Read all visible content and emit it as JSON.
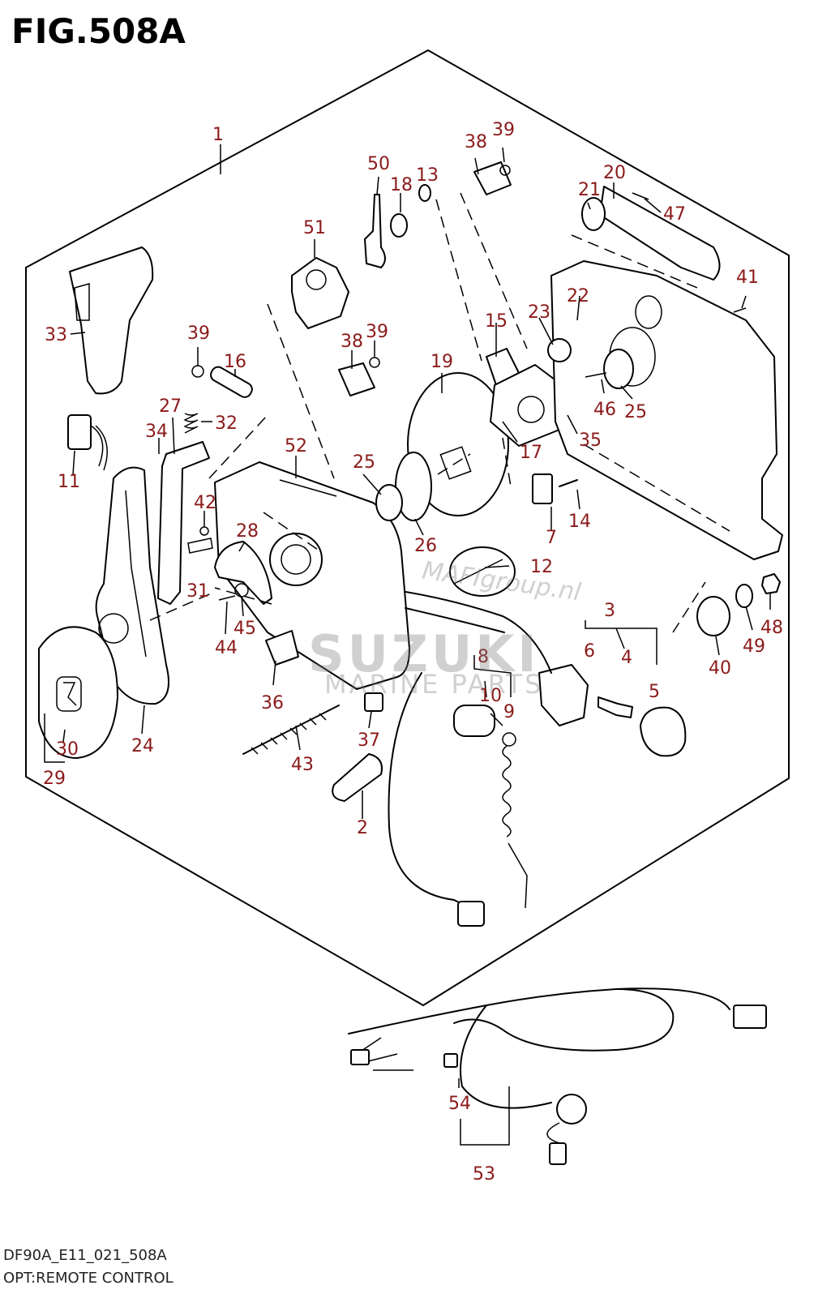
{
  "figure": {
    "title": "FIG.508A",
    "code": "DF90A_E11_021_508A",
    "caption": "OPT:REMOTE CONTROL"
  },
  "watermark": {
    "line1": "MAFIgroup.nl",
    "line2": "SUZUKI",
    "line3": "MARINE PARTS"
  },
  "callouts": [
    "1",
    "2",
    "3",
    "4",
    "5",
    "6",
    "7",
    "8",
    "9",
    "10",
    "11",
    "12",
    "13",
    "14",
    "15",
    "16",
    "17",
    "18",
    "19",
    "20",
    "21",
    "22",
    "23",
    "24",
    "25",
    "25",
    "26",
    "27",
    "28",
    "29",
    "30",
    "31",
    "32",
    "33",
    "34",
    "35",
    "36",
    "37",
    "38",
    "38",
    "39",
    "39",
    "39",
    "40",
    "41",
    "42",
    "43",
    "44",
    "45",
    "46",
    "47",
    "48",
    "49",
    "50",
    "51",
    "52",
    "53",
    "54"
  ],
  "colors": {
    "callout": "#8b1a1a",
    "line": "#000000",
    "background": "#ffffff"
  }
}
